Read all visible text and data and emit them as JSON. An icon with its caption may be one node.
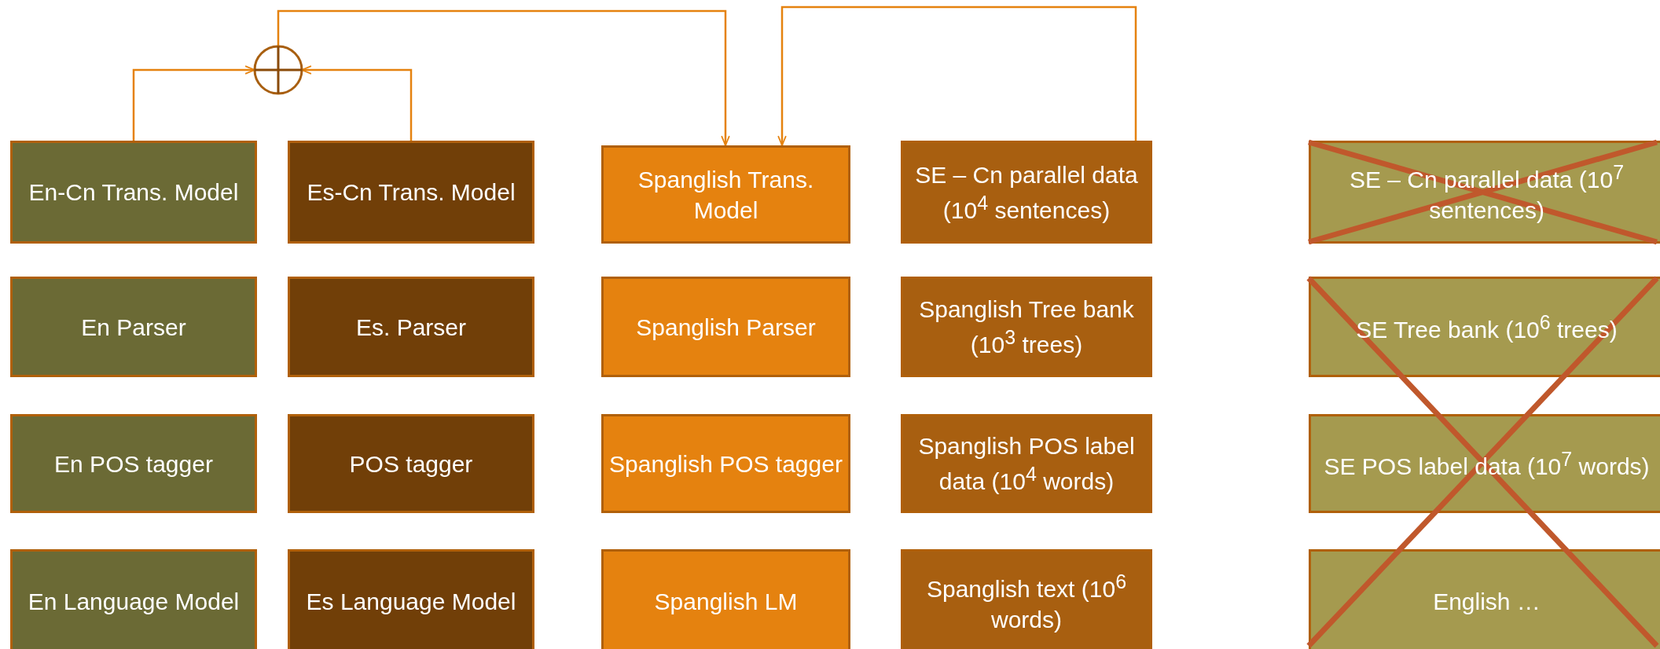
{
  "diagram": {
    "nodes": [
      {
        "text": [],
        "shape": "circle"
      },
      {
        "text": [
          "En-Cn Trans. Model"
        ]
      },
      {
        "text": [
          "Es-Cn Trans. Model"
        ]
      },
      {
        "text": [
          "Spanglish Trans. Model"
        ]
      },
      {
        "text": [
          "SE – Cn parallel data (10$^{4}$ sentences)"
        ]
      },
      {
        "text": [
          "SE – Cn parallel data (10$^{7}$ sentences)"
        ]
      },
      {
        "text": [
          "En Parser"
        ]
      },
      {
        "text": [
          "Es. Parser"
        ]
      },
      {
        "text": [
          "Spanglish Parser"
        ]
      },
      {
        "text": [
          "Spanglish Tree bank (10$^{3}$ trees)"
        ]
      },
      {
        "text": [
          "SE Tree bank (10$^{6}$ trees)"
        ]
      },
      {
        "text": [
          "En POS tagger"
        ]
      },
      {
        "text": [
          "POS tagger"
        ]
      },
      {
        "text": [
          "Spanglish POS tagger"
        ]
      },
      {
        "text": [
          "Spanglish POS label data (10$^{4}$ words)"
        ]
      },
      {
        "text": [
          "SE POS label data (10$^{7}$ words)"
        ]
      },
      {
        "text": [
          "En Language Model"
        ]
      },
      {
        "text": [
          "Es Language Model"
        ]
      },
      {
        "text": [
          "Spanglish LM"
        ]
      },
      {
        "text": [
          "Spanglish text (10$^{6}$ words)"
        ]
      },
      {
        "text": [
          "English …"
        ]
      }
    ],
    "edges": [
      {
        "from": 1,
        "to": 0,
        "arrow": "to"
      },
      {
        "from": 2,
        "to": 0,
        "arrow": "to"
      },
      {
        "from": 0,
        "to": 3,
        "arrow": "to"
      },
      {
        "from": 4,
        "to": 3,
        "arrow": "to"
      }
    ]
  }
}
